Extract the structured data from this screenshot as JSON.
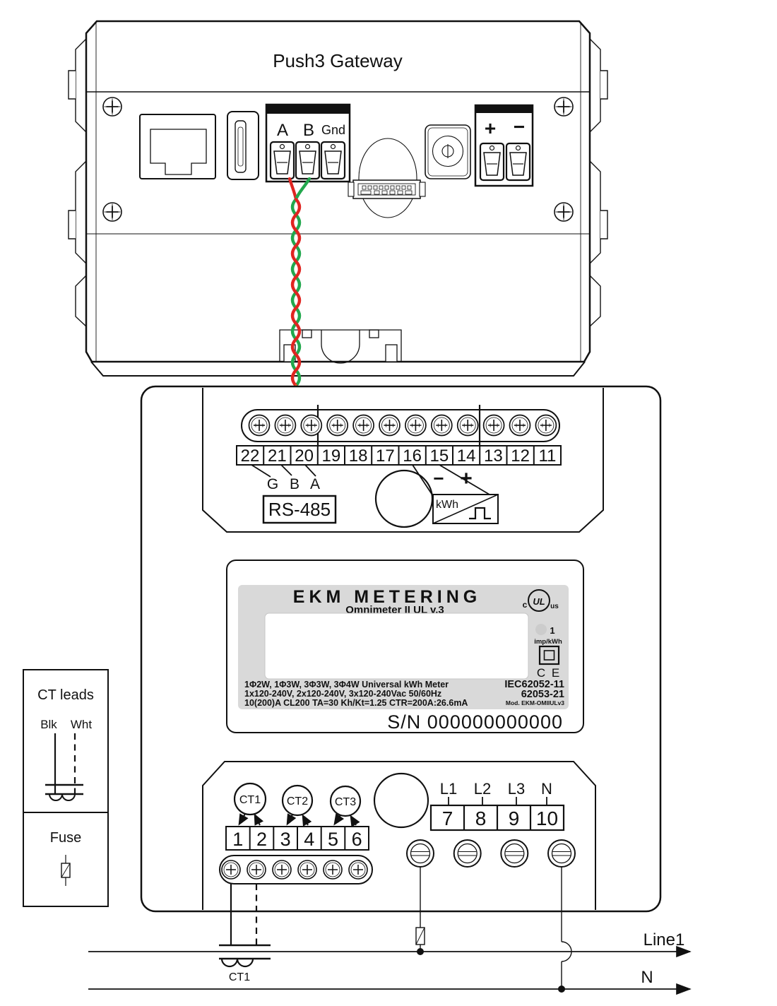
{
  "colors": {
    "ink": "#111111",
    "wire_red": "#e02521",
    "wire_green": "#22a84d",
    "wire_orange": "#f15a29",
    "label_bg": "#d9d9d9",
    "lcd_bg": "#ffffff",
    "led": "#cccccc"
  },
  "gateway": {
    "title": "Push3 Gateway",
    "rs485_block": {
      "a": "A",
      "b": "B",
      "gnd": "Gnd"
    },
    "power_block": {
      "plus": "+",
      "minus": "−"
    }
  },
  "meter": {
    "top_terminals": {
      "numbers": [
        "22",
        "21",
        "20",
        "19",
        "18",
        "17",
        "16",
        "15",
        "14",
        "13",
        "12",
        "11"
      ],
      "g": "G",
      "b": "B",
      "a": "A",
      "rs485": "RS-485",
      "minus": "−",
      "plus": "+",
      "kwh": "kWh"
    },
    "nameplate": {
      "brand": "EKM METERING",
      "model": "Omnimeter II UL v.3",
      "ul_c": "c",
      "ul": "UL",
      "ul_us": "us",
      "led_value": "1",
      "led_unit": "imp/kWh",
      "ce": "C E",
      "spec_line1": "1Φ2W, 1Φ3W, 3Φ3W, 3Φ4W Universal kWh Meter",
      "spec_line2": "1x120-240V, 2x120-240V, 3x120-240Vac  50/60Hz",
      "spec_line3": "10(200)A  CL200 TA=30 Kh/Kt=1.25 CTR=200A:26.6mA",
      "cert_line1": "IEC62052-11",
      "cert_line2": "62053-21",
      "cert_line3": "Mod. EKM-OMIIULv3"
    },
    "serial": "S/N 000000000000",
    "ct_section": {
      "ct1": "CT1",
      "ct2": "CT2",
      "ct3": "CT3",
      "terminals": [
        "1",
        "2",
        "3",
        "4",
        "5",
        "6"
      ]
    },
    "line_section": {
      "labels": [
        "L1",
        "L2",
        "L3",
        "N"
      ],
      "terminals": [
        "7",
        "8",
        "9",
        "10"
      ]
    }
  },
  "legend": {
    "ct_title": "CT leads",
    "blk": "Blk",
    "wht": "Wht",
    "fuse": "Fuse"
  },
  "mains": {
    "line1": "Line1",
    "neutral": "N",
    "ct1": "CT1"
  }
}
